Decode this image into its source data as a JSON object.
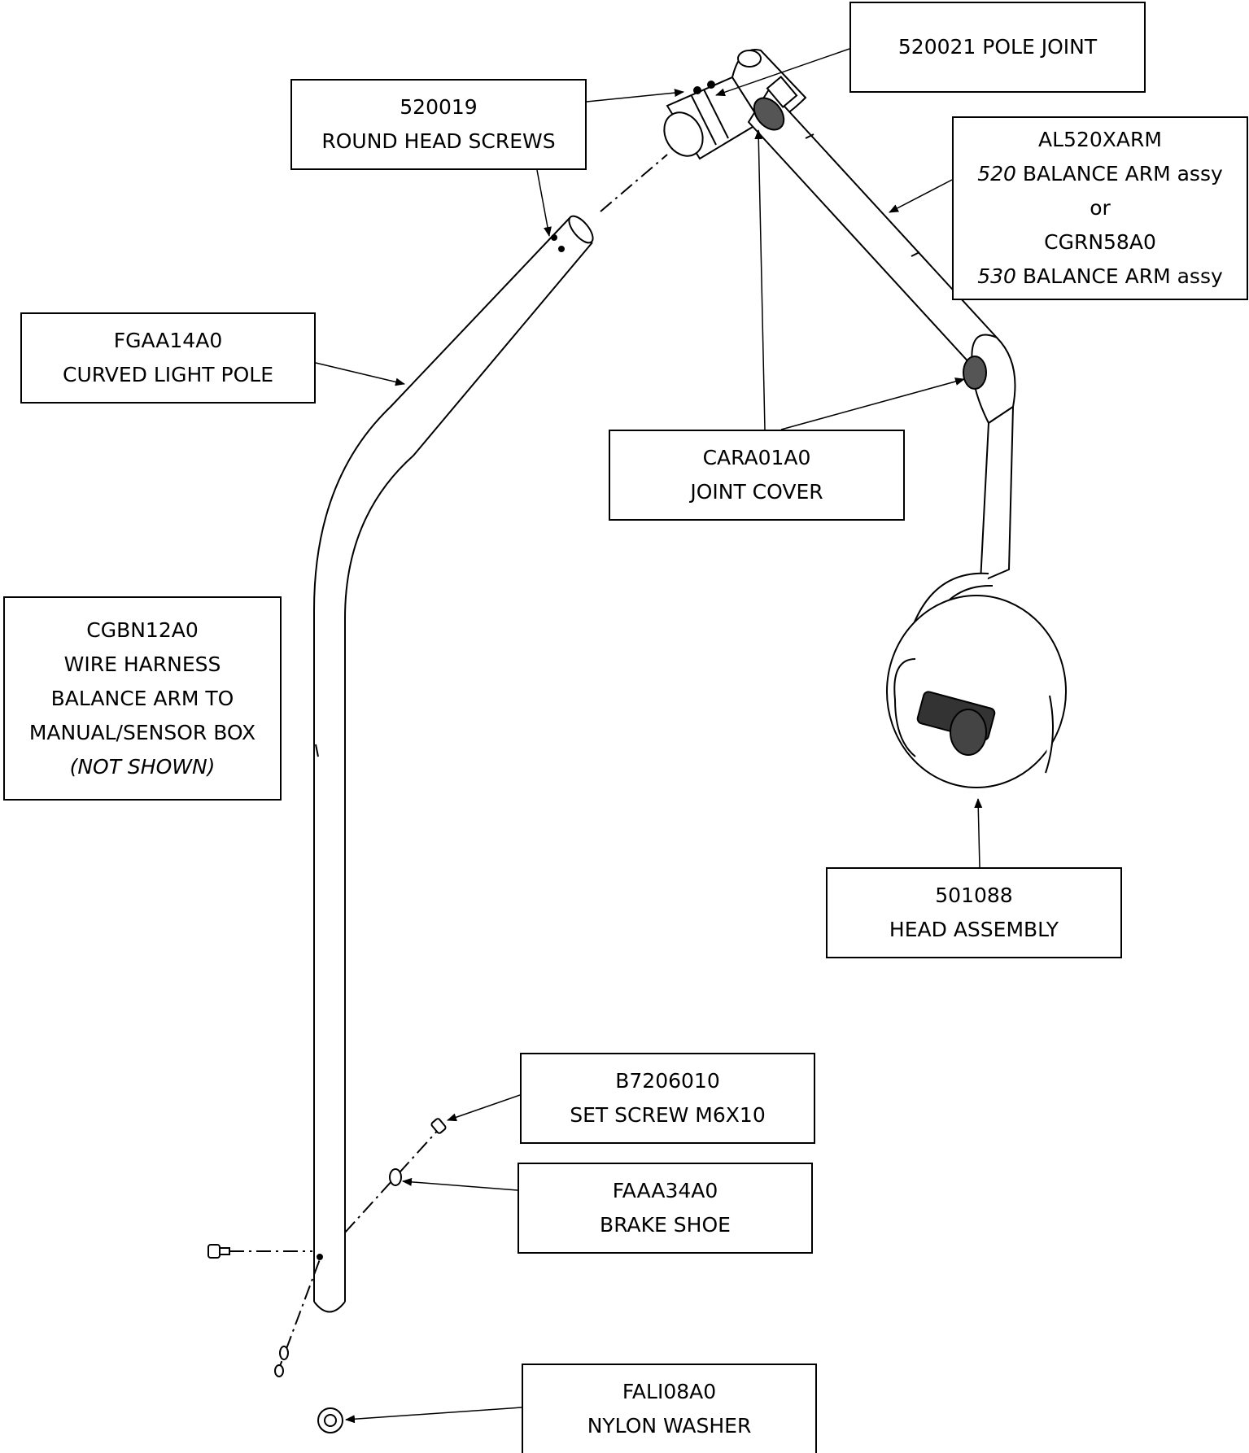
{
  "callouts": {
    "pole_joint": {
      "part_number": "520021",
      "description": "POLE JOINT"
    },
    "round_head_screws": {
      "part_number": "520019",
      "description": "ROUND HEAD SCREWS"
    },
    "balance_arm": {
      "part_number_1": "AL520XARM",
      "model_1": "520",
      "description_1": " BALANCE ARM assy",
      "conjunction": "or",
      "part_number_2": "CGRN58A0",
      "model_2": "530",
      "description_2": " BALANCE ARM assy"
    },
    "curved_light_pole": {
      "part_number": "FGAA14A0",
      "description": "CURVED LIGHT POLE"
    },
    "joint_cover": {
      "part_number": "CARA01A0",
      "description": "JOINT COVER"
    },
    "wire_harness": {
      "part_number": "CGBN12A0",
      "line_1": "WIRE HARNESS",
      "line_2": "BALANCE ARM TO",
      "line_3": "MANUAL/SENSOR BOX",
      "note": "(NOT SHOWN)"
    },
    "head_assembly": {
      "part_number": "501088",
      "description": "HEAD ASSEMBLY"
    },
    "set_screw": {
      "part_number": "B7206010",
      "description": "SET SCREW M6X10"
    },
    "brake_shoe": {
      "part_number": "FAAA34A0",
      "description": "BRAKE SHOE"
    },
    "nylon_washer": {
      "part_number": "FALI08A0",
      "description": "NYLON WASHER"
    }
  },
  "colors": {
    "line": "#000000",
    "background": "#ffffff",
    "joint_cover_fill": "#555555"
  }
}
